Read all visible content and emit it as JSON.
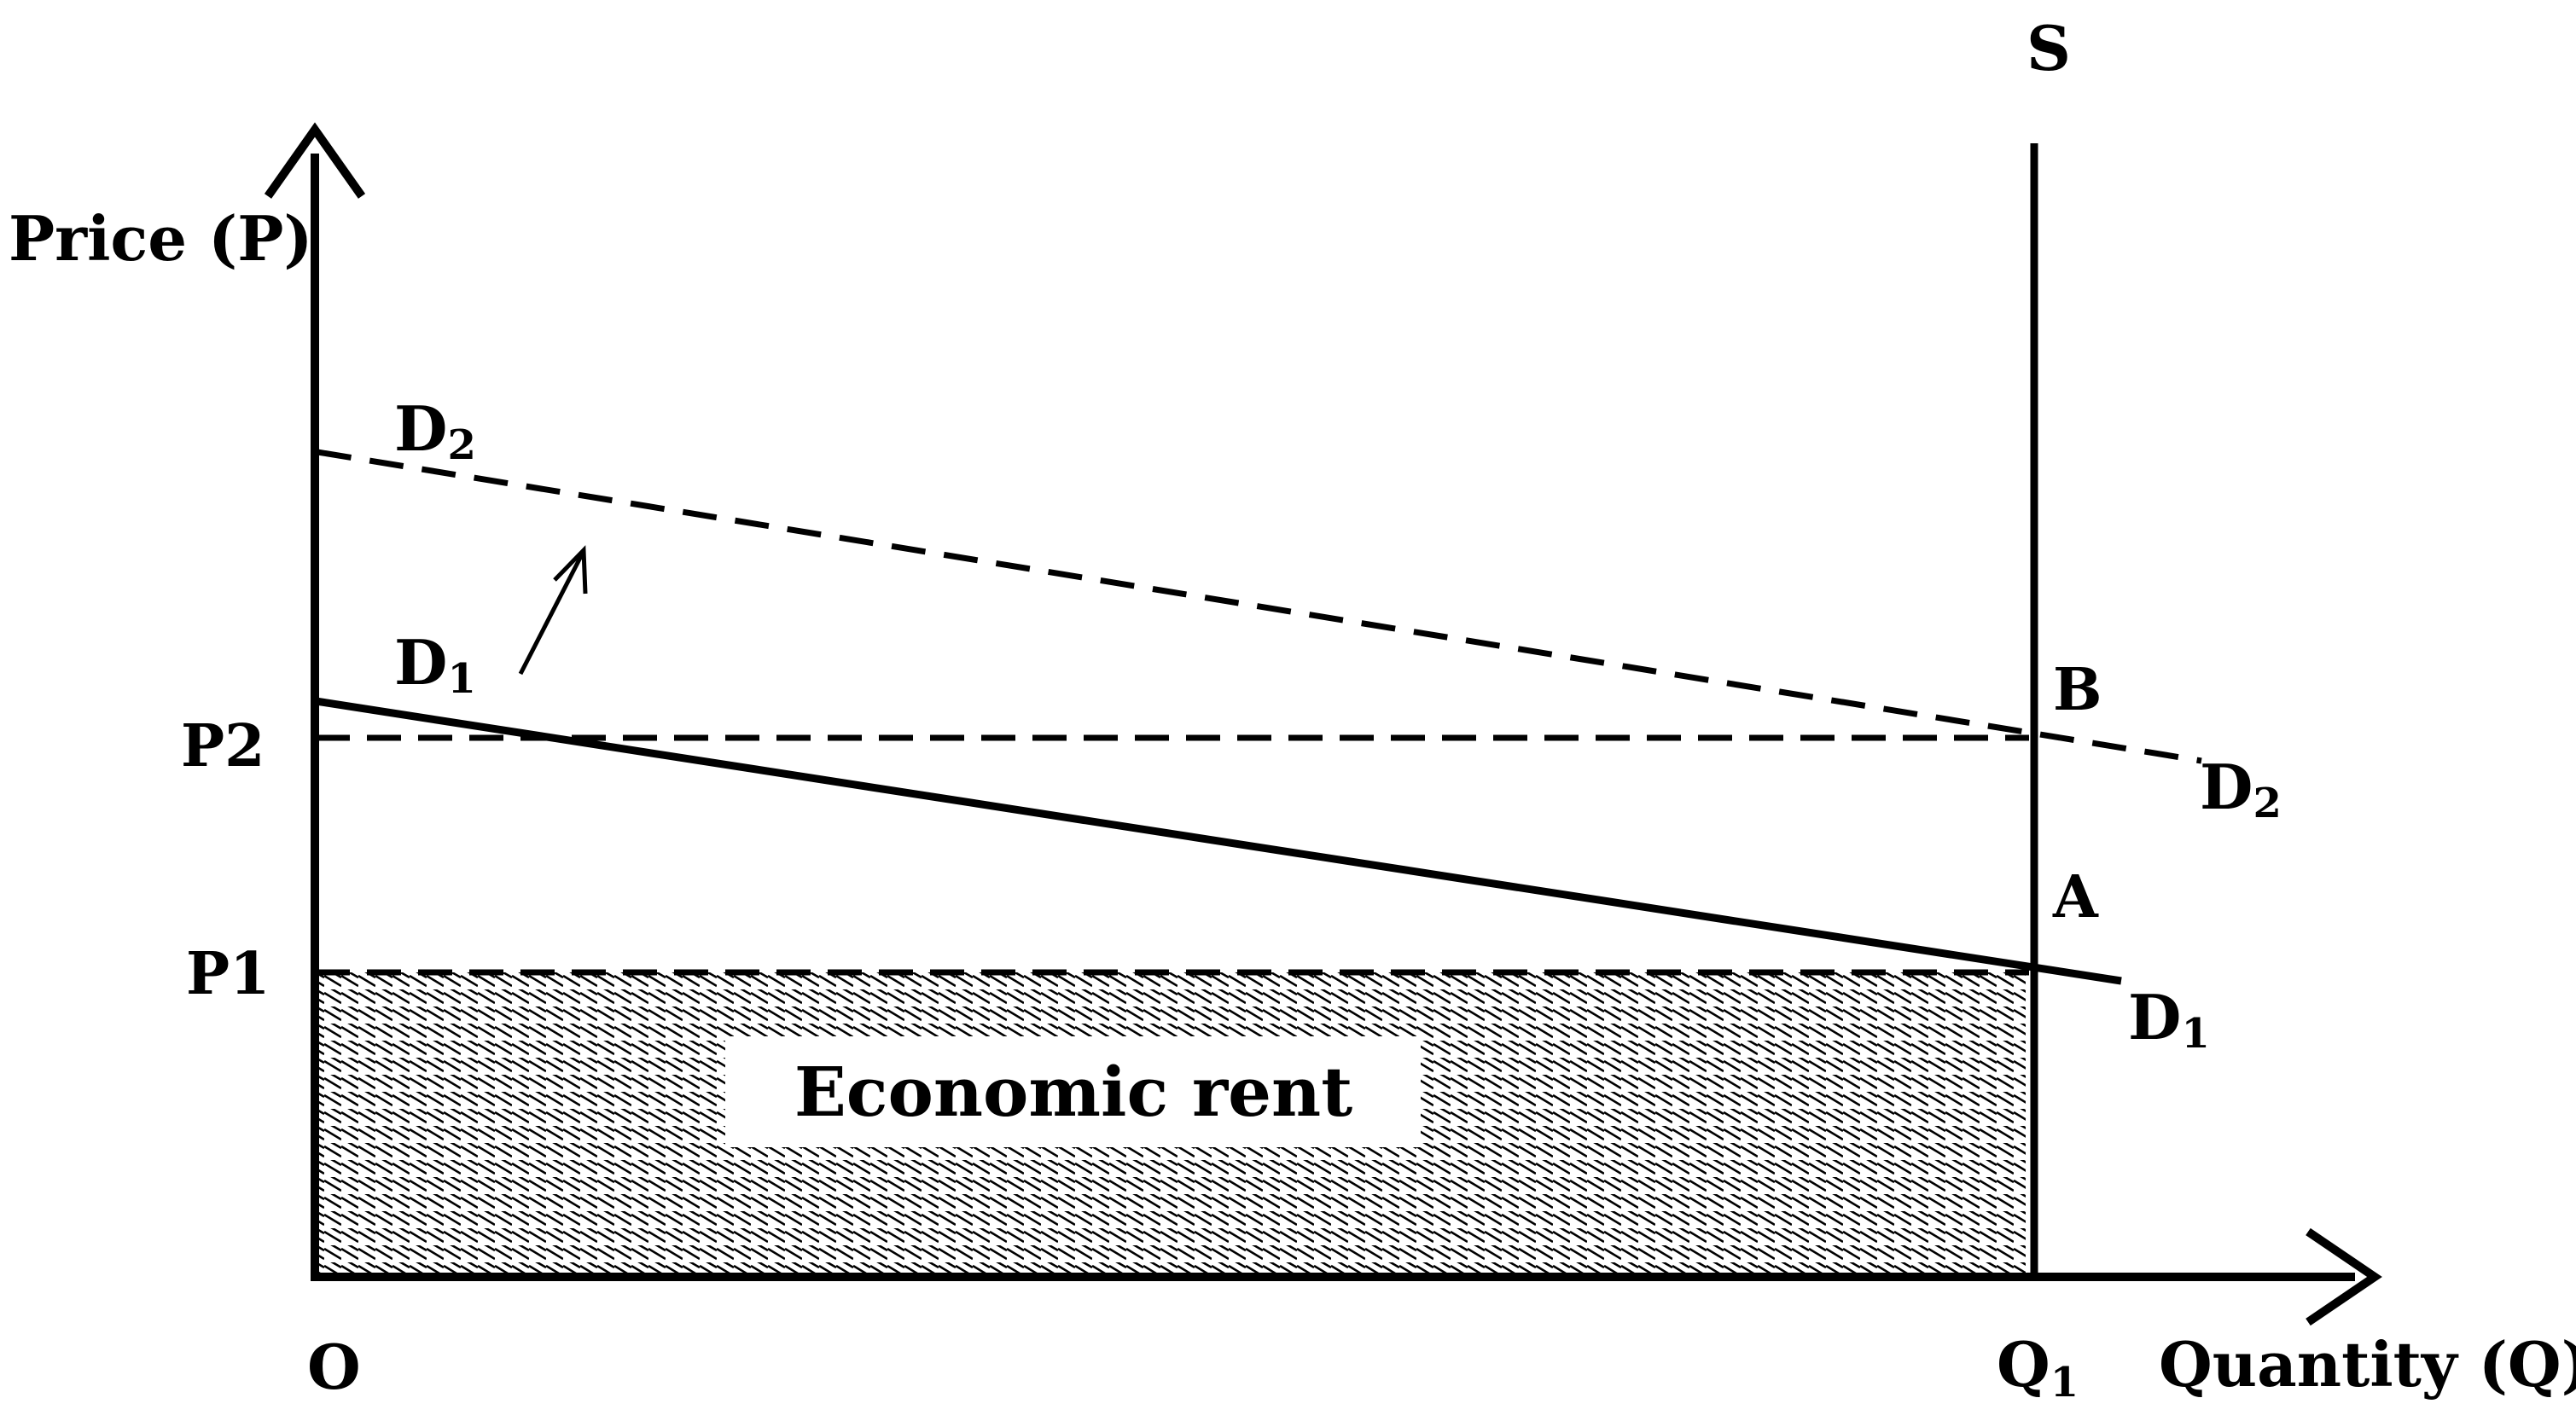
{
  "diagram": {
    "y_axis_label": "Price (P)",
    "x_axis_label": "Quantity (Q)",
    "origin_label": "O",
    "supply_label": "S",
    "price_levels": [
      {
        "label": "P2"
      },
      {
        "label": "P1"
      }
    ],
    "quantity_label": {
      "main": "Q",
      "sub": "1"
    },
    "demand_curves": [
      {
        "main": "D",
        "sub": "1",
        "style": "solid"
      },
      {
        "main": "D",
        "sub": "2",
        "style": "dashed"
      }
    ],
    "points": [
      {
        "label": "A"
      },
      {
        "label": "B"
      }
    ],
    "area_label": "Economic rent",
    "colors": {
      "ink": "#000000",
      "background": "#ffffff"
    }
  }
}
